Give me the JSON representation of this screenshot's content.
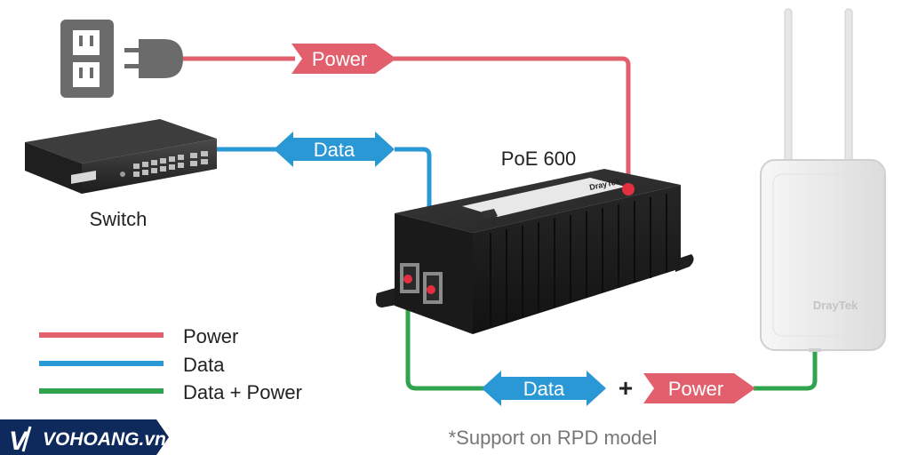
{
  "diagram": {
    "device_labels": {
      "switch": "Switch",
      "injector": "PoE 600"
    },
    "flow_labels": {
      "power_top": "Power",
      "data_top": "Data",
      "data_bottom": "Data",
      "plus": "+",
      "power_bottom": "Power"
    },
    "legend": [
      {
        "label": "Power",
        "color": "#e2606e"
      },
      {
        "label": "Data",
        "color": "#2b98d6"
      },
      {
        "label": "Data + Power",
        "color": "#2fa34e"
      }
    ],
    "device_marks": {
      "injector_brand": "DrayTek",
      "ap_brand": "DrayTek"
    },
    "footnote": "*Support on RPD model",
    "brand": {
      "logo_mark": "V",
      "name": "VOHOANG.vn"
    },
    "colors": {
      "power": "#e2606e",
      "data": "#2b98d6",
      "data_power": "#2fa34e",
      "device_dark": "#2a2a2a",
      "ap_body": "#eeeeee",
      "brand_bg": "#0e2a5c"
    },
    "icons": [
      "wall-outlet-icon",
      "power-plug-icon",
      "network-switch-icon",
      "poe-injector-icon",
      "access-point-icon"
    ]
  }
}
